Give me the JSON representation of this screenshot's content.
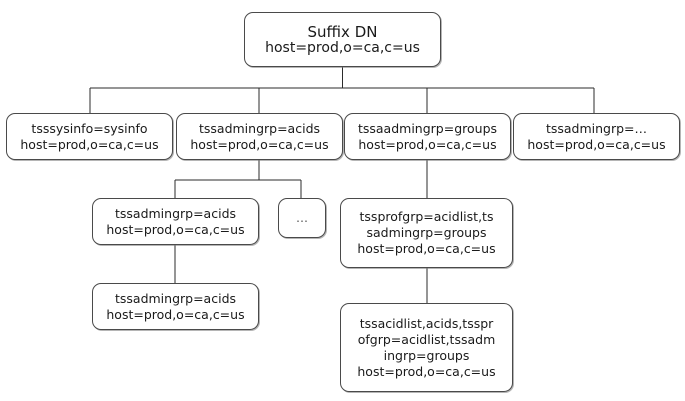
{
  "diagram": {
    "title": "LDAP Suffix DN directory tree",
    "type": "tree",
    "background_color": "#ffffff",
    "box_border_color": "#4a4a4a",
    "text_color": "#1a1a1a",
    "connector_color": "#2b2b2b"
  },
  "nodes": {
    "root": {
      "name": "suffix-dn",
      "lines": [
        "Suffix DN",
        "host=prod,o=ca,c=us"
      ],
      "line1": "Suffix DN",
      "line2": "host=prod,o=ca,c=us"
    },
    "level2": [
      {
        "name": "tsssysinfo",
        "line1": "tsssysinfo=sysinfo",
        "line2": "host=prod,o=ca,c=us"
      },
      {
        "name": "tssadmingrp-acids",
        "line1": "tssadmingrp=acids",
        "line2": "host=prod,o=ca,c=us"
      },
      {
        "name": "tssaadmingrp-groups",
        "line1": "tssaadmingrp=groups",
        "line2": "host=prod,o=ca,c=us"
      },
      {
        "name": "tssadmingrp-more",
        "line1": "tssadmingrp=…",
        "line2": "host=prod,o=ca,c=us"
      }
    ],
    "level3": [
      {
        "name": "tssadmingrp-acids-child",
        "line1": "tssadmingrp=acids",
        "line2": "host=prod,o=ca,c=us"
      },
      {
        "name": "ellipsis",
        "line1": "…"
      },
      {
        "name": "tssprofgrp-acidlist",
        "line1": "tssprofgrp=acidlist,ts",
        "line2": "sadmingrp=groups",
        "line3": "host=prod,o=ca,c=us"
      }
    ],
    "level4": [
      {
        "name": "tssadmingrp-acids-grandchild",
        "line1": "tssadmingrp=acids",
        "line2": "host=prod,o=ca,c=us"
      },
      {
        "name": "tssacidlist-acids",
        "line1": "tssacidlist,acids,tsspr",
        "line2": "ofgrp=acidlist,tssadm",
        "line3": "ingrp=groups",
        "line4": "host=prod,o=ca,c=us"
      }
    ]
  }
}
